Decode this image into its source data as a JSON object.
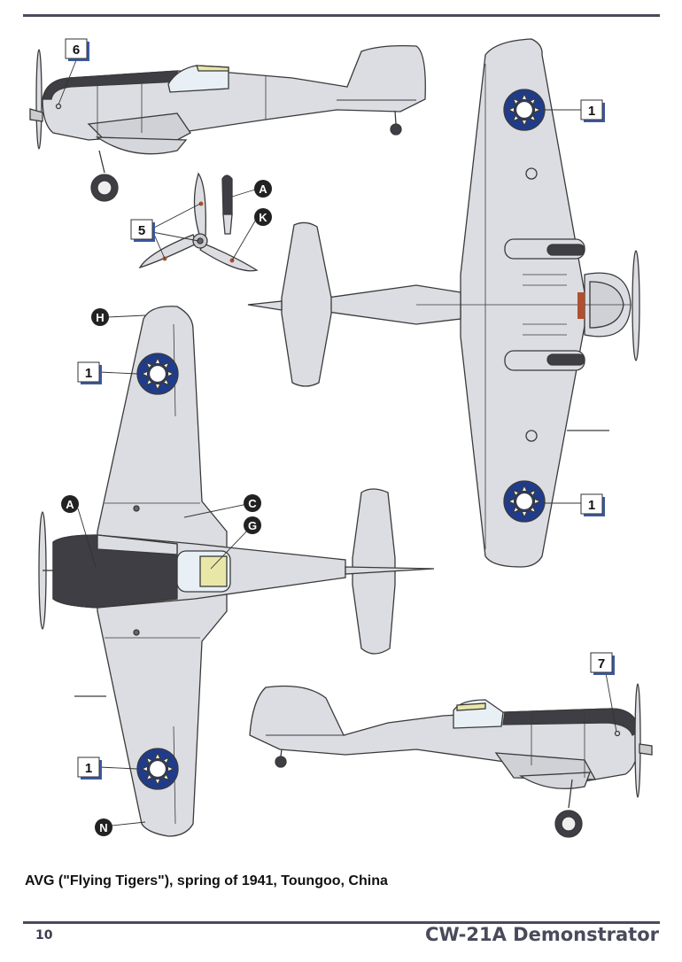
{
  "colors": {
    "aircraft": "#dcdde2",
    "outline": "#3a3a3a",
    "dark_panel": "#3e3e44",
    "roundel_blue": "#1f3c8c",
    "canopy_yellow": "#e8e7a8",
    "canopy_glass": "#e8f0f6",
    "tip_red": "#b0502e",
    "callout_shadow": "#3c5aa0",
    "rule": "#4a4a5c"
  },
  "callouts": {
    "num_1": "1",
    "num_5": "5",
    "num_6": "6",
    "num_7": "7",
    "letter_A": "A",
    "letter_C": "C",
    "letter_G": "G",
    "letter_H": "H",
    "letter_K": "K",
    "letter_N": "N"
  },
  "caption": "AVG (\"Flying Tigers\"), spring of 1941, Toungoo, China",
  "footer": {
    "page_number": "10",
    "title": "CW-21A Demonstrator"
  }
}
